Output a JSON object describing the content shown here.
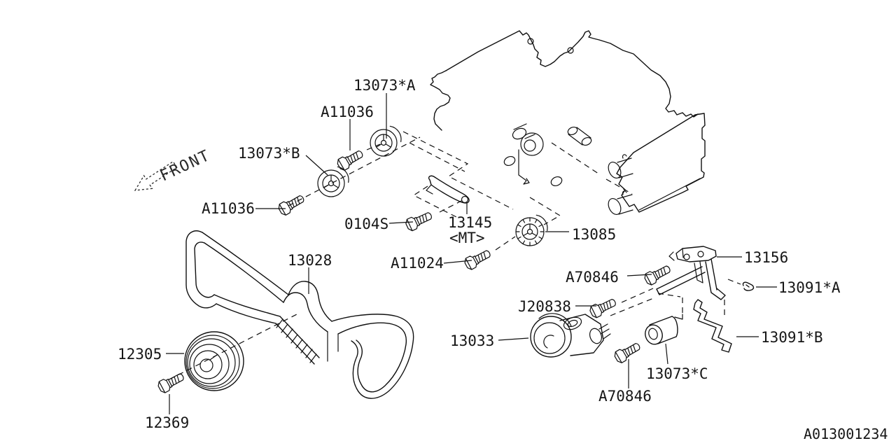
{
  "front_label": "FRONT",
  "diagram_id": "A013001234",
  "labels": {
    "p13073a": "13073*A",
    "a11036_top": "A11036",
    "p13073b": "13073*B",
    "a11036_left": "A11036",
    "p0104s": "0104S",
    "p13145": "13145",
    "p13145_note": "<MT>",
    "p13085": "13085",
    "p13028": "13028",
    "a11024": "A11024",
    "a70846_top": "A70846",
    "p13156": "13156",
    "p13091a": "13091*A",
    "j20838": "J20838",
    "p13033": "13033",
    "p13091b": "13091*B",
    "p13073c": "13073*C",
    "a70846_bottom": "A70846",
    "p12305": "12305",
    "p12369": "12369"
  }
}
